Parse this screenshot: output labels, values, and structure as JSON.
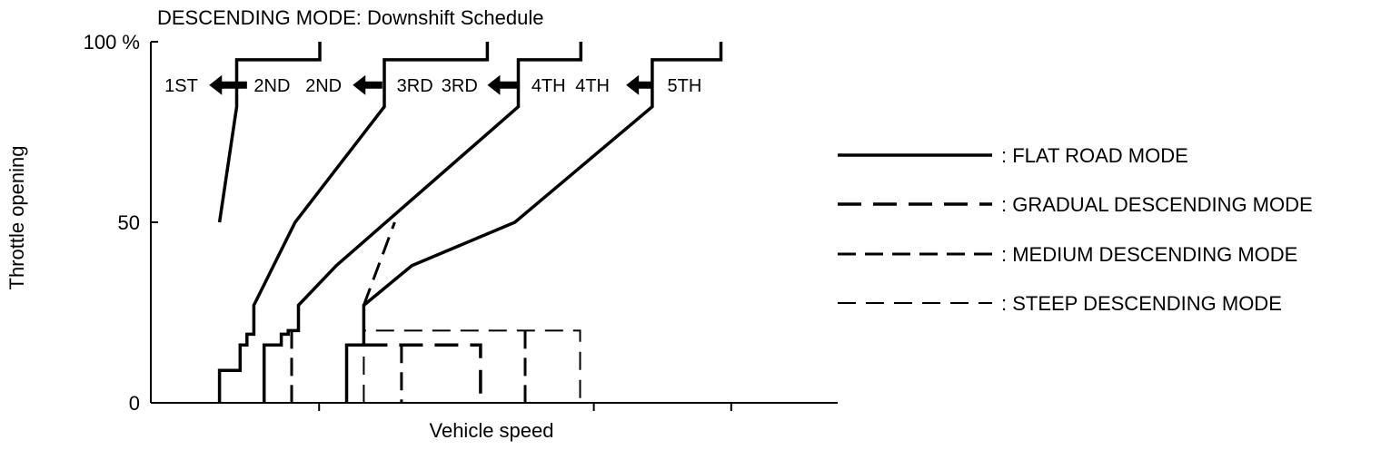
{
  "chart_data": {
    "type": "line",
    "title": "DESCENDING MODE: Downshift Schedule",
    "xlabel": "Vehicle speed",
    "ylabel": "Throttle opening",
    "ylim": [
      0,
      100
    ],
    "xlim": [
      0,
      100
    ],
    "y_ticks": [
      {
        "value": 0,
        "label": "0"
      },
      {
        "value": 50,
        "label": "50"
      },
      {
        "value": 100,
        "label": "100 %"
      }
    ],
    "x_ticks": [
      24.5,
      64.5,
      84.5
    ],
    "grid": false,
    "legend_position": "right",
    "gear_labels": [
      {
        "text": "1ST",
        "x": 2,
        "y": 88
      },
      {
        "text": "2ND",
        "x": 15,
        "y": 88
      },
      {
        "text": "2ND",
        "x": 22.5,
        "y": 88
      },
      {
        "text": "3RD",
        "x": 35.8,
        "y": 88
      },
      {
        "text": "3RD",
        "x": 42.3,
        "y": 88
      },
      {
        "text": "4TH",
        "x": 55.4,
        "y": 88
      },
      {
        "text": "4TH",
        "x": 61.8,
        "y": 88
      },
      {
        "text": "5TH",
        "x": 75.2,
        "y": 88
      }
    ],
    "arrows": [
      {
        "from": 14,
        "to": 8.5,
        "y": 88
      },
      {
        "from": 33.7,
        "to": 29.4,
        "y": 88
      },
      {
        "from": 53.4,
        "to": 49,
        "y": 88
      },
      {
        "from": 73.2,
        "to": 69.2,
        "y": 88
      }
    ],
    "series": [
      {
        "name": ": FLAT ROAD MODE",
        "style": "flat",
        "lines": [
          [
            [
              10,
              0
            ],
            [
              10,
              9
            ],
            [
              13,
              9
            ],
            [
              13,
              16
            ],
            [
              14,
              16
            ],
            [
              14,
              19
            ],
            [
              15,
              19
            ],
            [
              15,
              27
            ],
            [
              21,
              50
            ],
            [
              34,
              82
            ],
            [
              34,
              95
            ],
            [
              49,
              95
            ],
            [
              49,
              100
            ]
          ],
          [
            [
              10,
              50
            ],
            [
              12.5,
              82
            ],
            [
              12.5,
              95
            ],
            [
              24.6,
              95
            ],
            [
              24.6,
              100
            ]
          ],
          [
            [
              16.5,
              0
            ],
            [
              16.5,
              16
            ],
            [
              19,
              16
            ],
            [
              19,
              19
            ],
            [
              20,
              19
            ],
            [
              20,
              20
            ],
            [
              21.5,
              20
            ],
            [
              21.5,
              27
            ],
            [
              27,
              38
            ],
            [
              53.5,
              82
            ],
            [
              53.5,
              95
            ],
            [
              62.6,
              95
            ],
            [
              62.6,
              100
            ]
          ],
          [
            [
              28.5,
              0
            ],
            [
              28.5,
              16
            ],
            [
              31,
              16
            ],
            [
              31,
              27
            ],
            [
              38,
              38
            ],
            [
              53,
              50
            ],
            [
              73,
              82
            ],
            [
              73,
              95
            ],
            [
              83,
              95
            ],
            [
              83,
              100
            ]
          ]
        ]
      },
      {
        "name": ": GRADUAL DESCENDING MODE",
        "style": "gradual",
        "lines": [
          [
            [
              31,
              16
            ],
            [
              48,
              16
            ],
            [
              48,
              0
            ]
          ]
        ]
      },
      {
        "name": ": MEDIUM DESCENDING MODE",
        "style": "medium",
        "lines": [
          [
            [
              20.5,
              20
            ],
            [
              20.5,
              0
            ]
          ],
          [
            [
              31,
              27
            ],
            [
              35.5,
              50
            ]
          ],
          [
            [
              36.5,
              16
            ],
            [
              36.5,
              0
            ]
          ],
          [
            [
              54.5,
              20
            ],
            [
              54.5,
              0
            ]
          ]
        ]
      },
      {
        "name": ": STEEP DESCENDING MODE",
        "style": "steep",
        "lines": [
          [
            [
              31,
              0
            ],
            [
              31,
              20
            ],
            [
              62.5,
              20
            ],
            [
              62.5,
              0
            ]
          ]
        ]
      }
    ]
  }
}
